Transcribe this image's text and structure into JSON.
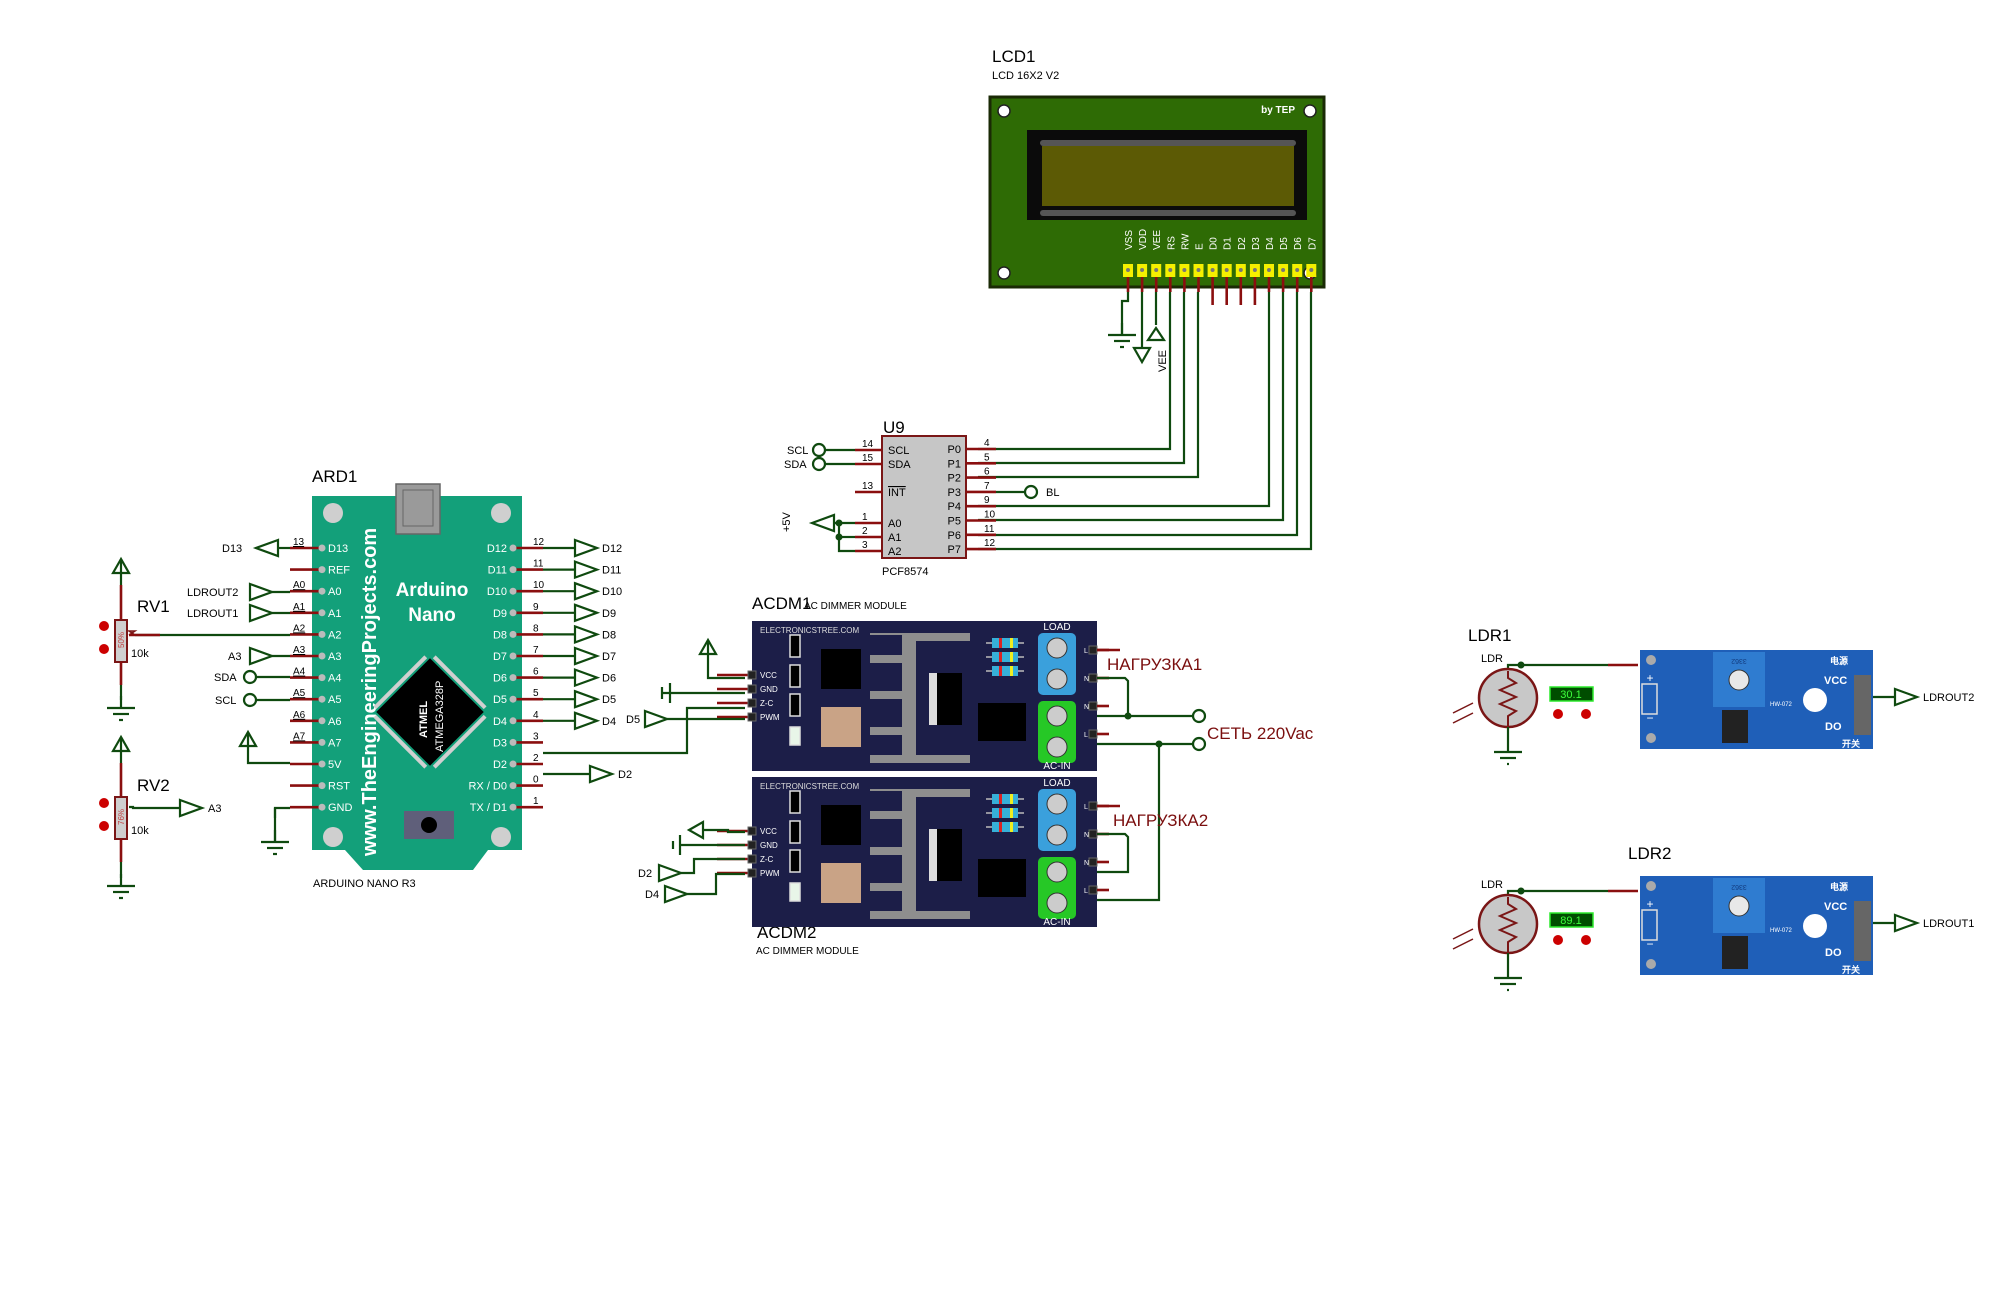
{
  "lcd": {
    "ref": "LCD1",
    "value": "LCD 16X2 V2",
    "brand": "by TEP",
    "pins": [
      "VSS",
      "VDD",
      "VEE",
      "RS",
      "RW",
      "E",
      "D0",
      "D1",
      "D2",
      "D3",
      "D4",
      "D5",
      "D6",
      "D7"
    ],
    "vee_label": "VEE",
    "colors": {
      "board": "#2e6b05",
      "screen": "#5c5a05",
      "pin": "#f5f000"
    }
  },
  "u9": {
    "ref": "U9",
    "value": "PCF8574",
    "left_pins": [
      {
        "num": "14",
        "name": "SCL",
        "net": "SCL"
      },
      {
        "num": "15",
        "name": "SDA",
        "net": "SDA"
      },
      {
        "num": "13",
        "name": "INT",
        "net": ""
      },
      {
        "num": "1",
        "name": "A0",
        "net": "+5V"
      },
      {
        "num": "2",
        "name": "A1",
        "net": ""
      },
      {
        "num": "3",
        "name": "A2",
        "net": ""
      }
    ],
    "right_pins": [
      {
        "num": "4",
        "name": "P0"
      },
      {
        "num": "5",
        "name": "P1"
      },
      {
        "num": "6",
        "name": "P2"
      },
      {
        "num": "7",
        "name": "P3"
      },
      {
        "num": "9",
        "name": "P4"
      },
      {
        "num": "10",
        "name": "P5"
      },
      {
        "num": "11",
        "name": "P6"
      },
      {
        "num": "12",
        "name": "P7"
      }
    ],
    "bl_label": "BL",
    "power_label": "+5V"
  },
  "arduino": {
    "ref": "ARD1",
    "value": "ARDUINO NANO R3",
    "title_line1": "Arduino",
    "title_line2": "Nano",
    "website": "www.TheEngineeringProjects.com",
    "chip_line1": "ATMEL",
    "chip_line2": "ATMEGA328P",
    "color": "#13a07a",
    "left_pins": [
      {
        "pin": "D13",
        "num": "13",
        "net": "D13"
      },
      {
        "pin": "REF",
        "num": "",
        "net": ""
      },
      {
        "pin": "A0",
        "num": "A0",
        "net": "LDROUT2"
      },
      {
        "pin": "A1",
        "num": "A1",
        "net": "LDROUT1"
      },
      {
        "pin": "A2",
        "num": "A2",
        "net": ""
      },
      {
        "pin": "A3",
        "num": "A3",
        "net": "A3"
      },
      {
        "pin": "A4",
        "num": "A4",
        "net": "SDA"
      },
      {
        "pin": "A5",
        "num": "A5",
        "net": "SCL"
      },
      {
        "pin": "A6",
        "num": "A6",
        "net": ""
      },
      {
        "pin": "A7",
        "num": "A7",
        "net": ""
      },
      {
        "pin": "5V",
        "num": "",
        "net": ""
      },
      {
        "pin": "RST",
        "num": "",
        "net": ""
      },
      {
        "pin": "GND",
        "num": "",
        "net": ""
      }
    ],
    "right_pins": [
      {
        "pin": "D12",
        "num": "12",
        "net": "D12"
      },
      {
        "pin": "D11",
        "num": "11",
        "net": "D11"
      },
      {
        "pin": "D10",
        "num": "10",
        "net": "D10"
      },
      {
        "pin": "D9",
        "num": "9",
        "net": "D9"
      },
      {
        "pin": "D8",
        "num": "8",
        "net": "D8"
      },
      {
        "pin": "D7",
        "num": "7",
        "net": "D7"
      },
      {
        "pin": "D6",
        "num": "6",
        "net": "D6"
      },
      {
        "pin": "D5",
        "num": "5",
        "net": "D5"
      },
      {
        "pin": "D4",
        "num": "4",
        "net": "D4"
      },
      {
        "pin": "D3",
        "num": "3",
        "net": ""
      },
      {
        "pin": "D2",
        "num": "2",
        "net": "D2"
      },
      {
        "pin": "RX / D0",
        "num": "0",
        "net": ""
      },
      {
        "pin": "TX / D1",
        "num": "1",
        "net": ""
      }
    ]
  },
  "pots": [
    {
      "ref": "RV1",
      "value": "10k",
      "percent": "50%",
      "net": ""
    },
    {
      "ref": "RV2",
      "value": "10k",
      "percent": "76%",
      "net": "A3"
    }
  ],
  "dimmers": [
    {
      "ref": "ACDM1",
      "value": "AC DIMMER MODULE",
      "site": "ELECTRONICSTREE.COM",
      "load_label": "LOAD",
      "acin_label": "AC-IN",
      "pins": [
        "VCC",
        "GND",
        "Z-C",
        "PWM"
      ],
      "right_pins": [
        "L",
        "N",
        "N",
        "L"
      ],
      "nets": {
        "zc": "D3",
        "pwm": "D5"
      },
      "load_name": "НАГРУЗКА1"
    },
    {
      "ref": "ACDM2",
      "value": "AC DIMMER MODULE",
      "site": "ELECTRONICSTREE.COM",
      "load_label": "LOAD",
      "acin_label": "AC-IN",
      "pins": [
        "VCC",
        "GND",
        "Z-C",
        "PWM"
      ],
      "right_pins": [
        "L",
        "N",
        "N",
        "L"
      ],
      "nets": {
        "zc": "D2",
        "pwm": "D4"
      },
      "load_name": "НАГРУЗКА2"
    }
  ],
  "mains_label": "СЕТЬ 220Vac",
  "ldrs": [
    {
      "ref": "LDR1",
      "part": "LDR",
      "reading": "30.1",
      "module": "HW-072",
      "out_net": "LDROUT2",
      "pin_top": "电源",
      "pin_vcc": "VCC",
      "pin_do": "DO",
      "pin_bottom": "开关",
      "pot_code": "3362"
    },
    {
      "ref": "LDR2",
      "part": "LDR",
      "reading": "89.1",
      "module": "HW-072",
      "out_net": "LDROUT1",
      "pin_top": "电源",
      "pin_vcc": "VCC",
      "pin_do": "DO",
      "pin_bottom": "开关",
      "pot_code": "3362"
    }
  ]
}
